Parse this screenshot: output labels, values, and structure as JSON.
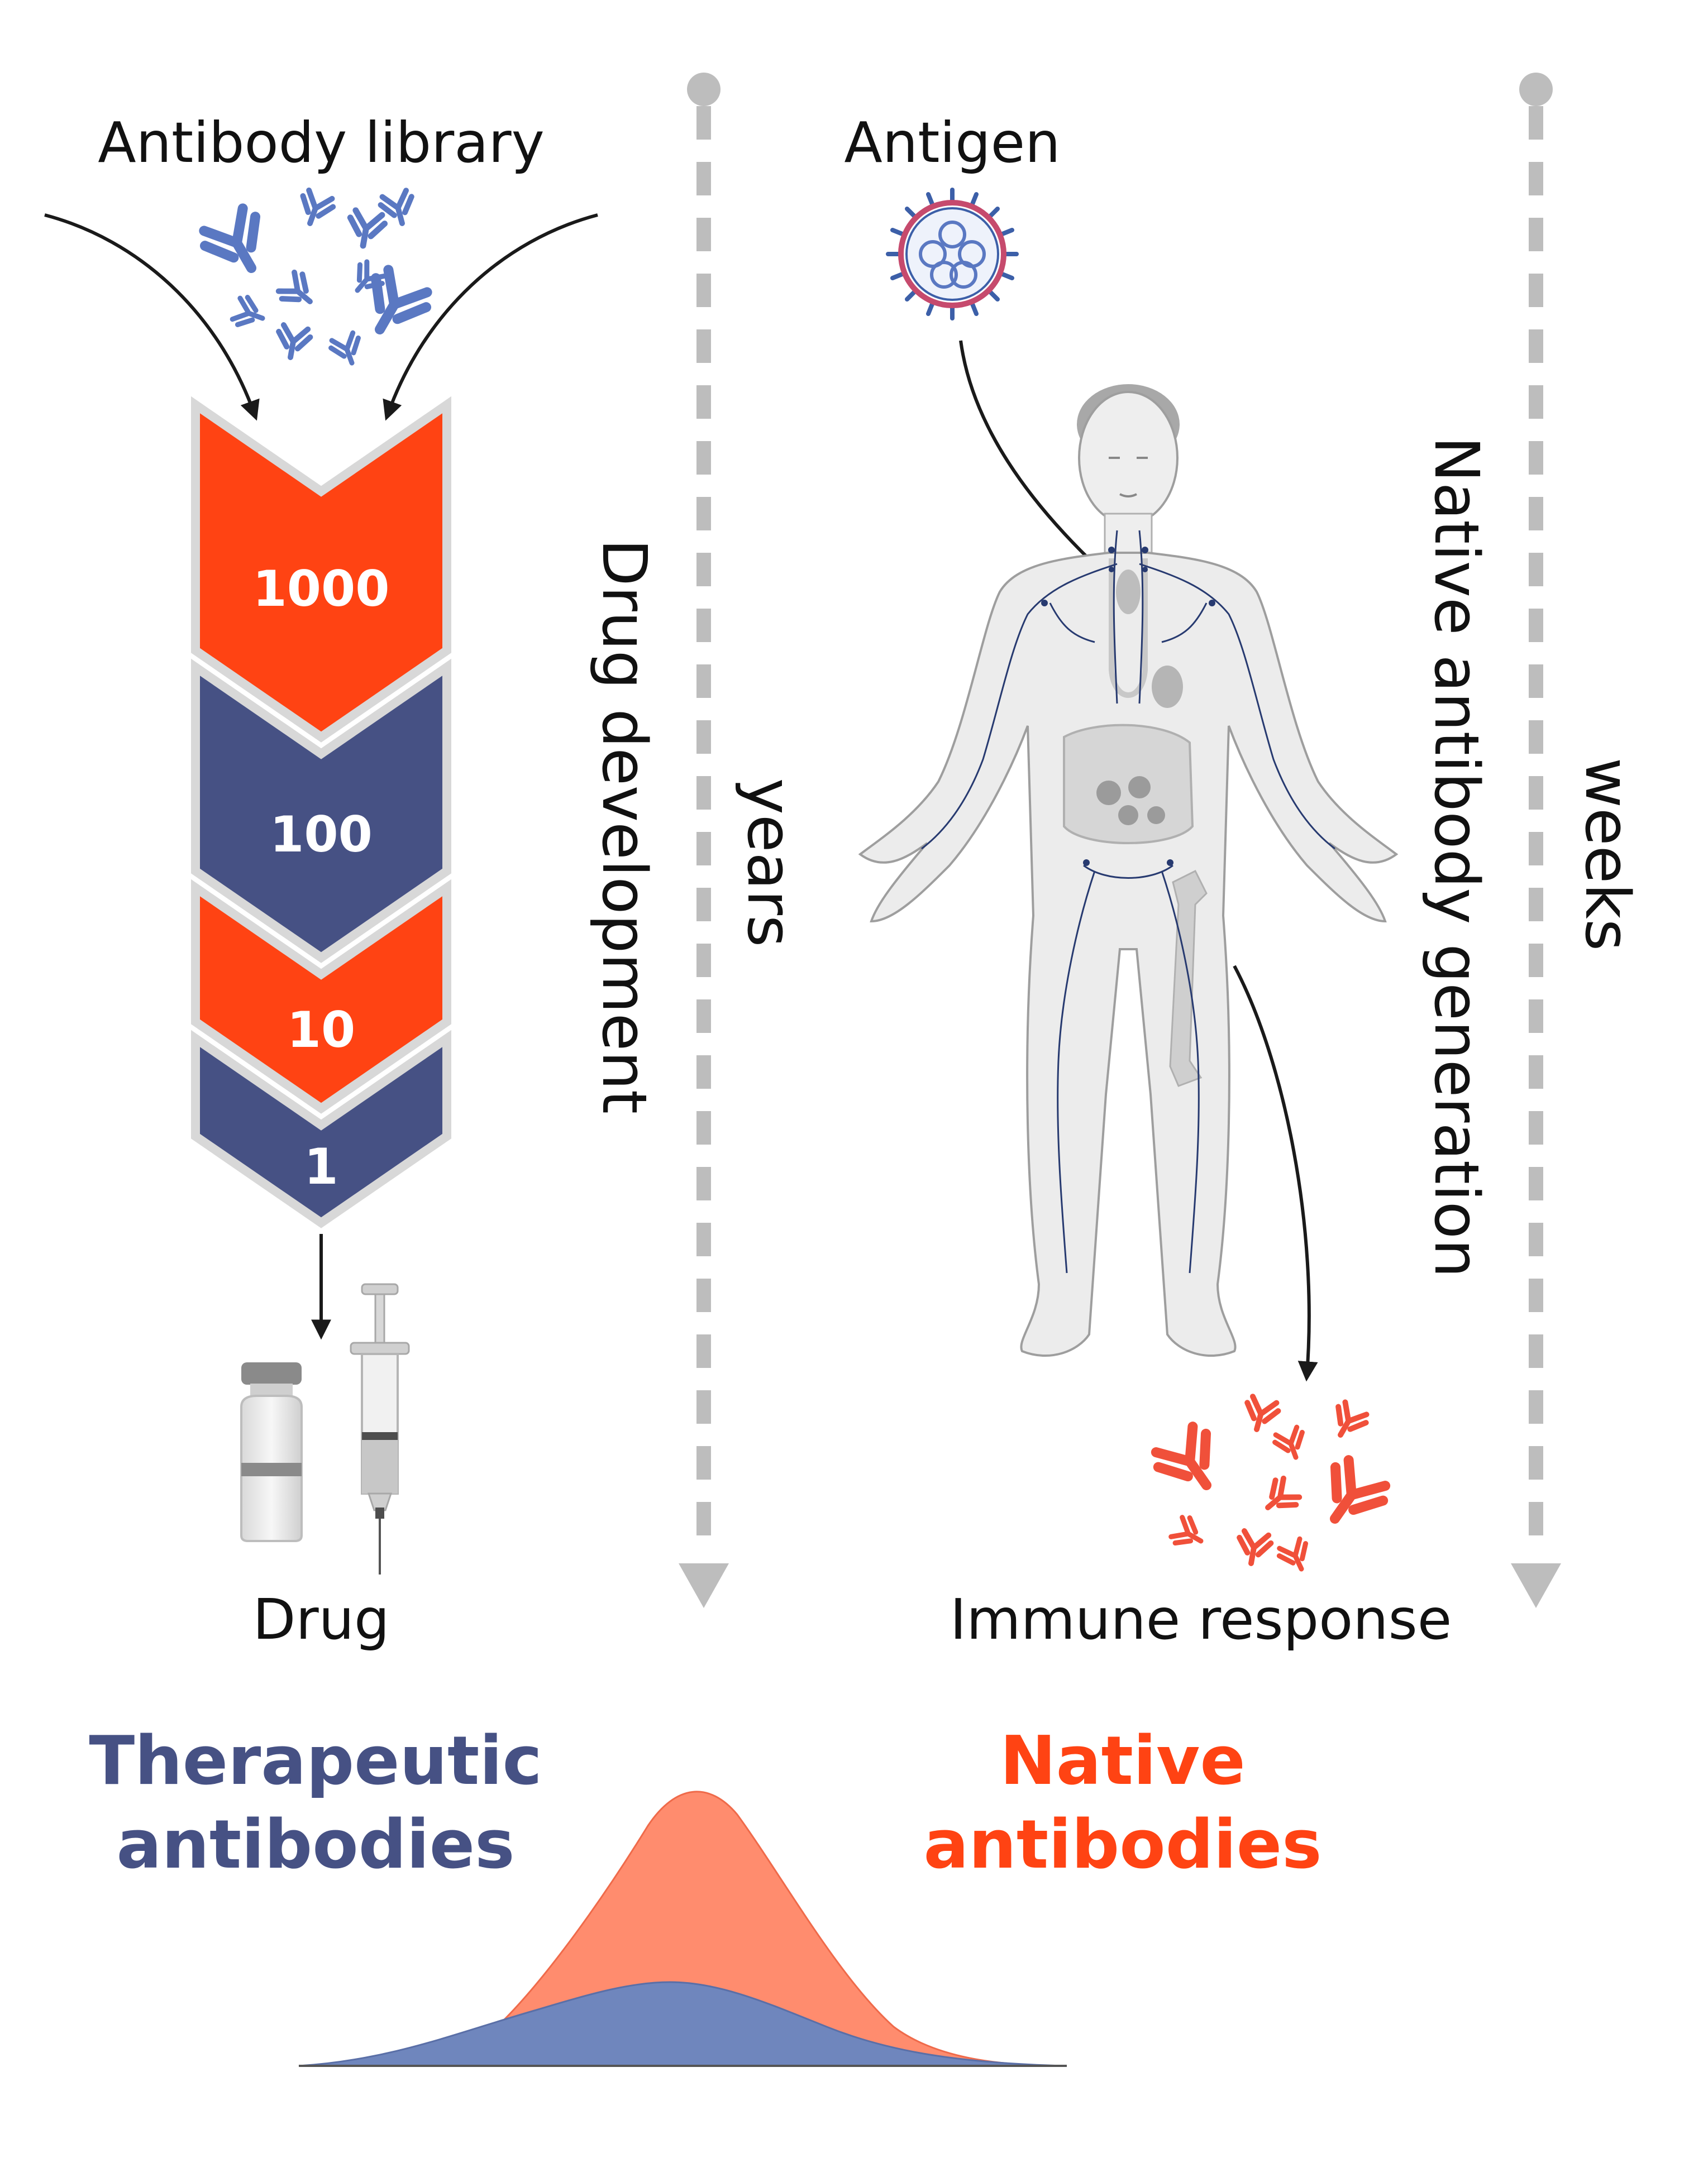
{
  "left": {
    "library_label": "Antibody library",
    "funnel": [
      "1000",
      "100",
      "10",
      "1"
    ],
    "output_label": "Drug",
    "timeline_label": "Drug development",
    "timeline_duration": "years"
  },
  "right": {
    "input_label": "Antigen",
    "output_label": "Immune response",
    "timeline_label": "Native antibody generation",
    "timeline_duration": "weeks"
  },
  "bottom": {
    "therapeutic_line1": "Therapeutic",
    "therapeutic_line2": "antibodies",
    "native_line1": "Native",
    "native_line2": "antibodies"
  },
  "colors": {
    "orange": "#ff4313",
    "navy": "#465184",
    "antibody_blue": "#5a78c2",
    "antibody_red": "#f0503a",
    "timeline_gray": "#bdbdbd",
    "native_dist": "#ff8c6e",
    "therapeutic_dist": "#6f86bd"
  }
}
